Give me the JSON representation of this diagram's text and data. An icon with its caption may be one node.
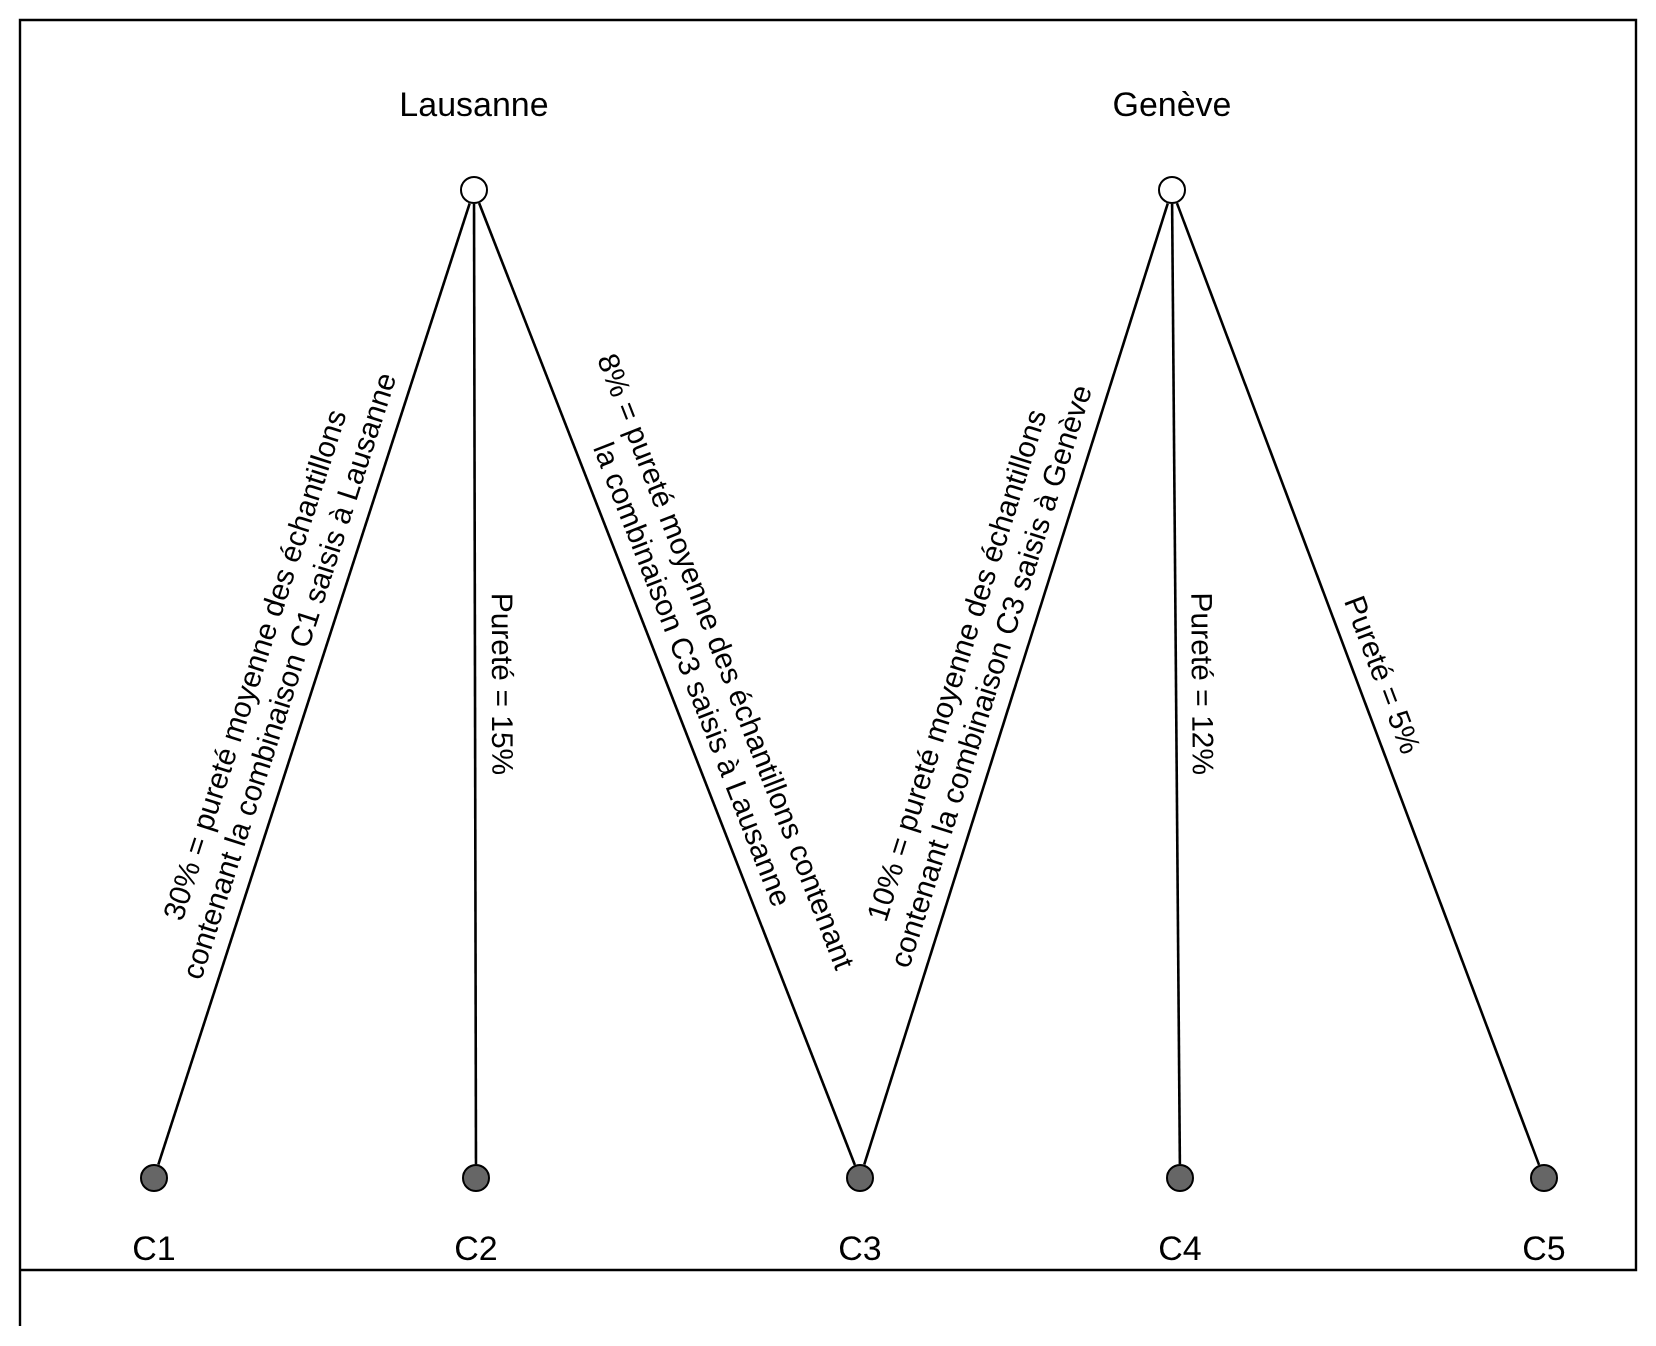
{
  "diagram": {
    "nodes": [
      {
        "text": [
          "Lausanne"
        ]
      },
      {
        "text": [
          "Genève"
        ]
      },
      {
        "text": [
          "C1"
        ]
      },
      {
        "text": [
          "C2"
        ]
      },
      {
        "text": [
          "C3"
        ]
      },
      {
        "text": [
          "C4"
        ]
      },
      {
        "text": [
          "C5"
        ]
      }
    ],
    "edges": [
      {
        "from": 0,
        "to": 2,
        "arrow": "none",
        "label": "30% = pureté moyenne des échantillons contenant la combinaison C1 saisis à Lausanne"
      },
      {
        "from": 0,
        "to": 3,
        "arrow": "none",
        "label": "Pureté = 15%"
      },
      {
        "from": 0,
        "to": 4,
        "arrow": "none",
        "label": "8% = pureté moyenne des échantillons contenant la combinaison C3 saisis à Lausanne"
      },
      {
        "from": 1,
        "to": 4,
        "arrow": "none",
        "label": "10% = pureté moyenne des échantillons contenant la combinaison C3 saisis à Genève"
      },
      {
        "from": 1,
        "to": 5,
        "arrow": "none",
        "label": "Pureté = 12%"
      },
      {
        "from": 1,
        "to": 6,
        "arrow": "none",
        "label": "Pureté = 5%"
      }
    ]
  }
}
